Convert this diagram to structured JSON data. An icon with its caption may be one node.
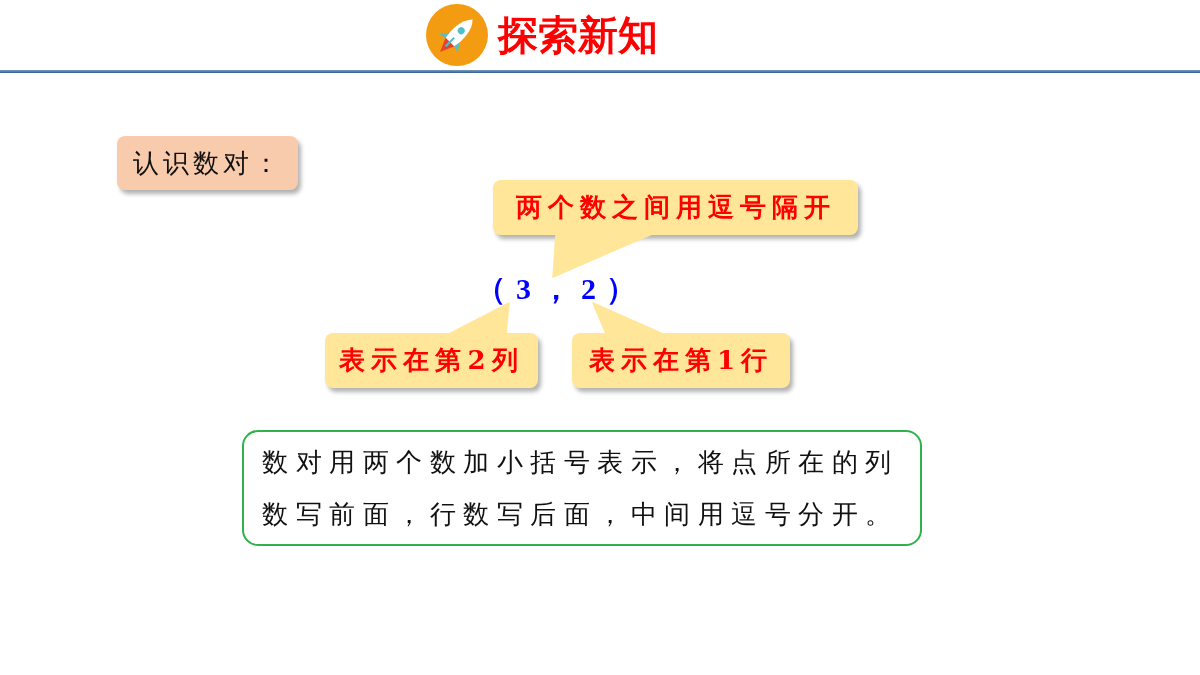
{
  "diagram": {
    "title": "探索新知",
    "nodes": [
      {
        "text": [
          "认识数对："
        ]
      },
      {
        "text": [
          "两个数之间用逗号隔开"
        ]
      },
      {
        "text": [
          "（3，2）"
        ]
      },
      {
        "text": [
          "表示在第2列"
        ]
      },
      {
        "text": [
          "表示在第1行"
        ]
      },
      {
        "text": [
          "数对用两个数加小括号表示，将点所在的列数写前面，行数写后面，中间用逗号分开。"
        ]
      }
    ],
    "edges": [
      {
        "from": 1,
        "to": 2,
        "arrow": "none"
      },
      {
        "from": 3,
        "to": 2,
        "arrow": "none"
      },
      {
        "from": 4,
        "to": 2,
        "arrow": "none"
      }
    ]
  }
}
